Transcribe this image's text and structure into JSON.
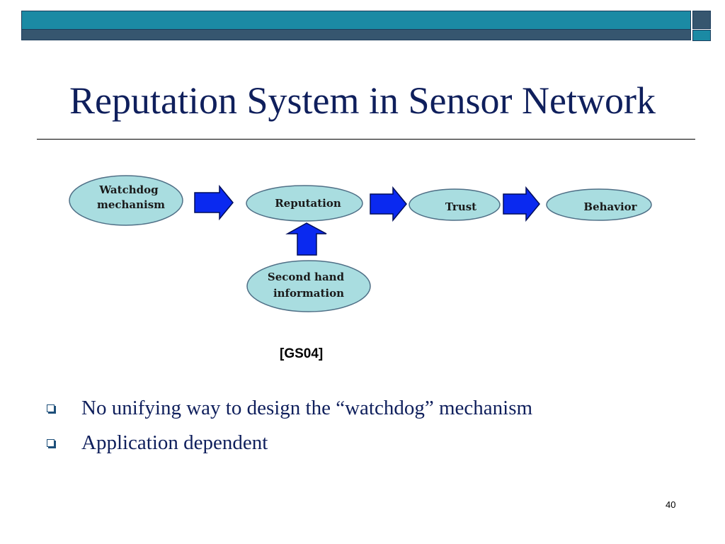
{
  "slide": {
    "title": "Reputation System in Sensor Network",
    "citation": "[GS04]",
    "page_number": "40"
  },
  "diagram": {
    "nodes": {
      "watchdog": [
        "Watchdog",
        "mechanism"
      ],
      "reputation": [
        "Reputation"
      ],
      "trust": [
        "Trust"
      ],
      "behavior": [
        "Behavior"
      ],
      "second_hand": [
        "Second hand",
        "information"
      ]
    },
    "colors": {
      "node_fill": "#a9dde0",
      "node_stroke": "#4f6f86",
      "arrow_fill": "#0a29f0",
      "arrow_stroke": "#000d5a"
    }
  },
  "bullets": [
    "No unifying way to design the “watchdog” mechanism",
    "Application dependent"
  ],
  "colors": {
    "title": "#0f1f5c",
    "bar": "#1b8aa4",
    "bar_dark": "#36566f"
  }
}
